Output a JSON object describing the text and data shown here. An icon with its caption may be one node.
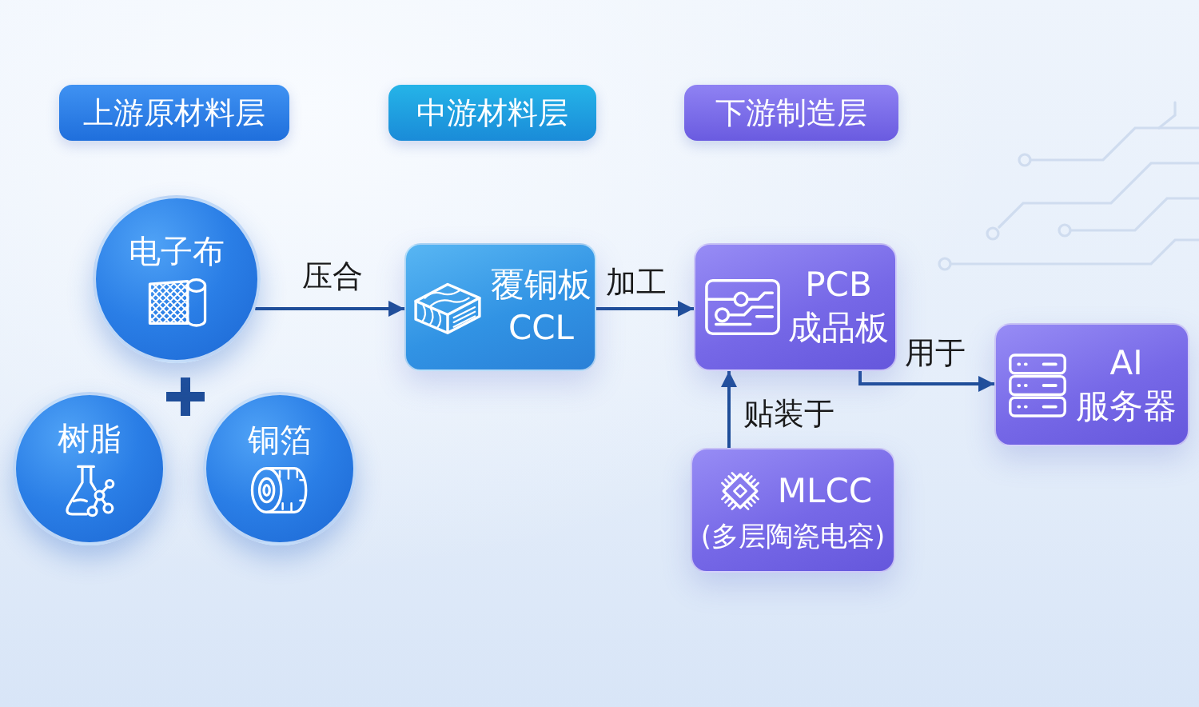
{
  "diagram": {
    "nodes": [
      {
        "text": [
          "上游原材料层"
        ]
      },
      {
        "text": [
          "中游材料层"
        ]
      },
      {
        "text": [
          "下游制造层"
        ]
      },
      {
        "text": [
          "电子布"
        ]
      },
      {
        "text": [
          "覆铜板",
          "CCL"
        ]
      },
      {
        "text": [
          "PCB",
          "成品板"
        ]
      },
      {
        "text": [
          "AI",
          "服务器"
        ]
      },
      {
        "text": [
          "树脂"
        ]
      },
      {
        "text": [
          "铜箔"
        ]
      },
      {
        "text": [
          "MLCC",
          "(多层陶瓷电容)"
        ]
      }
    ],
    "edges": [
      {
        "from": 3,
        "to": 4,
        "arrow": "to",
        "label": "压合"
      },
      {
        "from": 4,
        "to": 5,
        "arrow": "to",
        "label": "加工"
      },
      {
        "from": 5,
        "to": 6,
        "arrow": "to",
        "label": "用于"
      },
      {
        "from": 9,
        "to": 5,
        "arrow": "to",
        "label": "贴装于"
      }
    ]
  }
}
